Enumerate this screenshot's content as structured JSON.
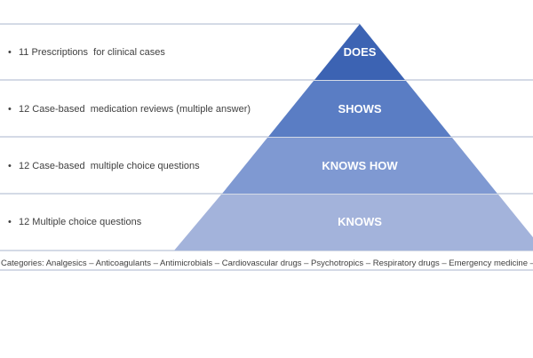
{
  "pyramid": {
    "levels": [
      {
        "label": "DOES",
        "description": "11 Prescriptions  for clinical cases",
        "color": "#3c63b3"
      },
      {
        "label": "SHOWS",
        "description": "12 Case-based  medication reviews (multiple answer)",
        "color": "#5a7dc4"
      },
      {
        "label": "KNOWS HOW",
        "description": "12 Case-based  multiple choice questions",
        "color": "#7f99d2"
      },
      {
        "label": "KNOWS",
        "description": "12 Multiple choice questions",
        "color": "#a3b3db"
      }
    ],
    "bullet": "•"
  },
  "categories": {
    "text": "Categories: Analgesics – Anticoagulants – Antimicrobials – Cardiovascular drugs – Psychotropics – Respiratory drugs – Emergency medicine – Others"
  }
}
